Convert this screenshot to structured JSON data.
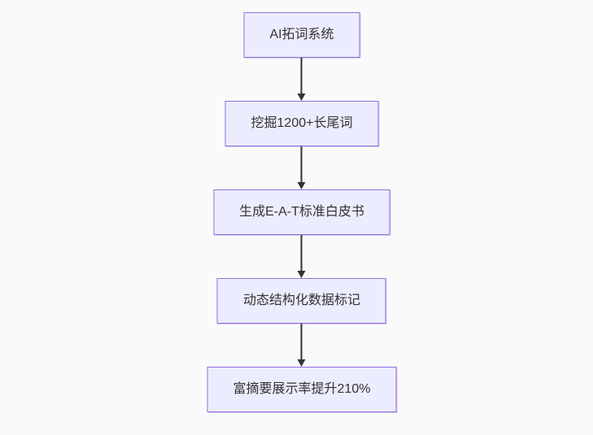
{
  "flowchart": {
    "type": "flowchart",
    "direction": "top-down",
    "background_color": "#fafafa",
    "node_fill_color": "#ECECFF",
    "node_border_color": "#9370DB",
    "text_color": "#333333",
    "arrow_color": "#333333",
    "nodes": [
      {
        "id": "step-1",
        "label": "AI拓词系统"
      },
      {
        "id": "step-2",
        "label": "挖掘1200+长尾词"
      },
      {
        "id": "step-3",
        "label": "生成E-A-T标准白皮书"
      },
      {
        "id": "step-4",
        "label": "动态结构化数据标记"
      },
      {
        "id": "step-5",
        "label": "富摘要展示率提升210%"
      }
    ],
    "edges": [
      {
        "from": "step-1",
        "to": "step-2"
      },
      {
        "from": "step-2",
        "to": "step-3"
      },
      {
        "from": "step-3",
        "to": "step-4"
      },
      {
        "from": "step-4",
        "to": "step-5"
      }
    ]
  }
}
